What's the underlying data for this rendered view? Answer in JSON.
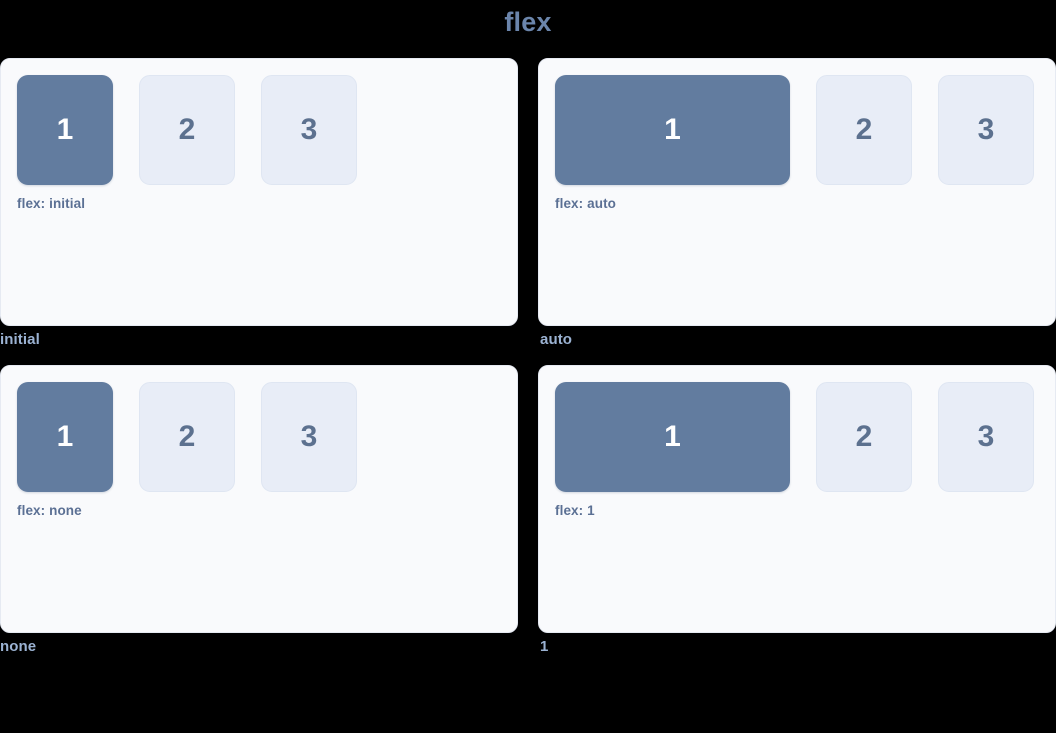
{
  "page": {
    "title": "flex",
    "background_color": "#000000",
    "title_color": "#6b85ab"
  },
  "colors": {
    "panel_background": "#f9fafc",
    "panel_border": "#e6eaf2",
    "box_primary": "#627c9f",
    "box_primary_text": "#ffffff",
    "box_muted": "#e8edf7",
    "box_muted_text": "#5c718f",
    "caption_text": "#5b7094",
    "label_text": "#9bb2d2"
  },
  "demos": [
    {
      "label": "initial",
      "caption": "flex: initial",
      "boxes": [
        {
          "text": "1",
          "style": "primary",
          "grow": false
        },
        {
          "text": "2",
          "style": "muted",
          "grow": false
        },
        {
          "text": "3",
          "style": "muted",
          "grow": false
        }
      ]
    },
    {
      "label": "auto",
      "caption": "flex: auto",
      "boxes": [
        {
          "text": "1",
          "style": "primary",
          "grow": true
        },
        {
          "text": "2",
          "style": "muted",
          "grow": false
        },
        {
          "text": "3",
          "style": "muted",
          "grow": false
        }
      ]
    },
    {
      "label": "none",
      "caption": "flex: none",
      "boxes": [
        {
          "text": "1",
          "style": "primary",
          "grow": false
        },
        {
          "text": "2",
          "style": "muted",
          "grow": false
        },
        {
          "text": "3",
          "style": "muted",
          "grow": false
        }
      ]
    },
    {
      "label": "1",
      "caption": "flex: 1",
      "boxes": [
        {
          "text": "1",
          "style": "primary",
          "grow": true
        },
        {
          "text": "2",
          "style": "muted",
          "grow": false
        },
        {
          "text": "3",
          "style": "muted",
          "grow": false
        }
      ]
    }
  ]
}
